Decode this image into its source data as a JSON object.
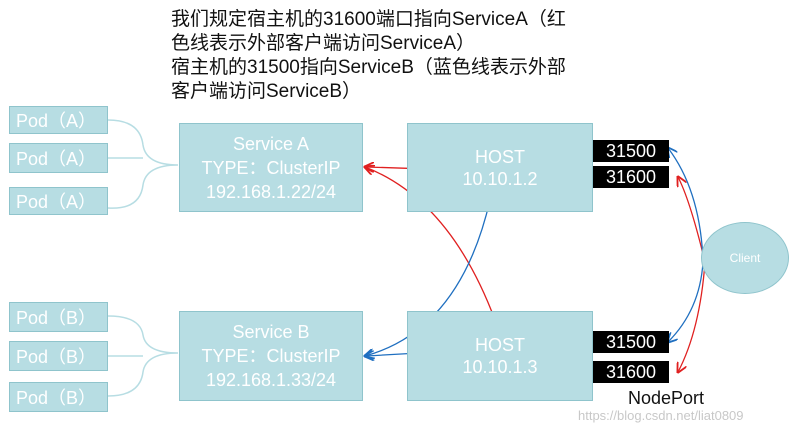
{
  "note": {
    "lines": [
      "我们规定宿主机的31600端口指向ServiceA（红",
      "色线表示外部客户端访问ServiceA）",
      "宿主机的31500指向ServiceB（蓝色线表示外部",
      "客户端访问ServiceB）"
    ]
  },
  "pods": {
    "a": [
      "Pod（A）",
      "Pod（A）",
      "Pod（A）"
    ],
    "b": [
      "Pod（B）",
      "Pod（B）",
      "Pod（B）"
    ]
  },
  "service_a": {
    "name": "Service A",
    "type": "TYPE：ClusterIP",
    "ip": "192.168.1.22/24"
  },
  "service_b": {
    "name": "Service B",
    "type": "TYPE：ClusterIP",
    "ip": "192.168.1.33/24"
  },
  "host1": {
    "name": "HOST",
    "ip": "10.10.1.2"
  },
  "host2": {
    "name": "HOST",
    "ip": "10.10.1.3"
  },
  "ports": {
    "p1": "31500",
    "p2": "31600"
  },
  "client": "Client",
  "nodeport": "NodePort",
  "watermark": "https://blog.csdn.net/liat0809",
  "colors": {
    "red": "#e02020",
    "blue": "#1f6fc0",
    "box": "#b7dde3"
  }
}
